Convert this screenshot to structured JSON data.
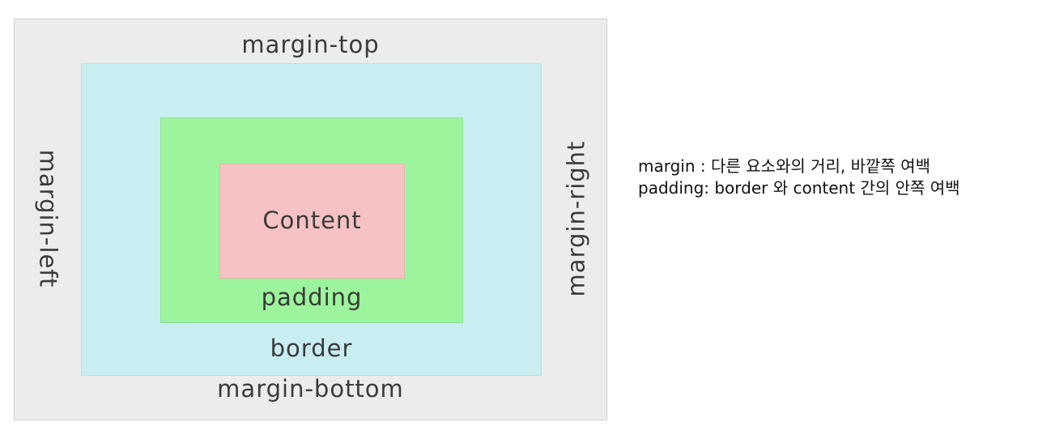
{
  "diagram": {
    "margin_top": "margin-top",
    "margin_bottom": "margin-bottom",
    "margin_left": "margin-left",
    "margin_right": "margin-right",
    "border": "border",
    "padding": "padding",
    "content": "Content",
    "colors": {
      "margin": "#ececec",
      "border": "#c8eef2",
      "padding": "#9cf59c",
      "content": "#f7c2c4"
    }
  },
  "notes": {
    "line1": "margin : 다른 요소와의 거리, 바깥쪽 여백",
    "line2": "padding: border 와 content 간의 안쪽 여백"
  }
}
